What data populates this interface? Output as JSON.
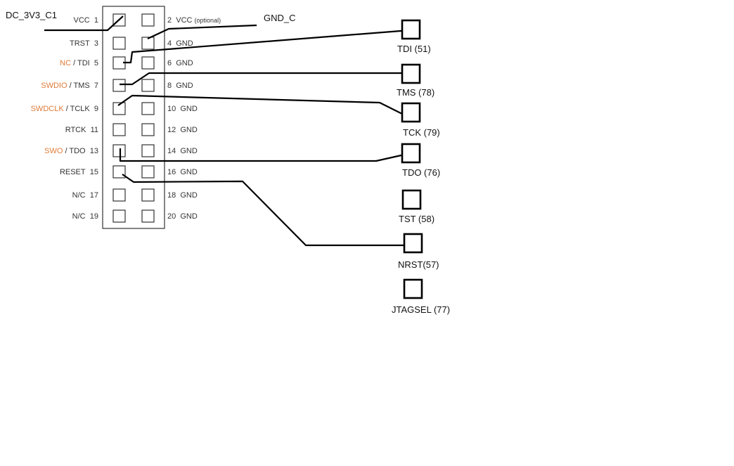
{
  "net_labels": {
    "vcc_net": "DC_3V3_C1",
    "gnd_net": "GND_C"
  },
  "connector": {
    "left_pins": [
      {
        "prefix": "",
        "name": "VCC",
        "num": "1"
      },
      {
        "prefix": "",
        "name": "TRST",
        "num": "3"
      },
      {
        "prefix": "NC",
        "name": " / TDI",
        "num": "5"
      },
      {
        "prefix": "SWDIO",
        "name": " / TMS",
        "num": "7"
      },
      {
        "prefix": "SWDCLK",
        "name": " / TCLK",
        "num": "9"
      },
      {
        "prefix": "",
        "name": "RTCK",
        "num": "11"
      },
      {
        "prefix": "SWO",
        "name": " / TDO",
        "num": "13"
      },
      {
        "prefix": "",
        "name": "RESET",
        "num": "15"
      },
      {
        "prefix": "",
        "name": "N/C",
        "num": "17"
      },
      {
        "prefix": "",
        "name": "N/C",
        "num": "19"
      }
    ],
    "right_pins": [
      {
        "num": "2",
        "name": "VCC",
        "note": "(optional)"
      },
      {
        "num": "4",
        "name": "GND",
        "note": ""
      },
      {
        "num": "6",
        "name": "GND",
        "note": ""
      },
      {
        "num": "8",
        "name": "GND",
        "note": ""
      },
      {
        "num": "10",
        "name": "GND",
        "note": ""
      },
      {
        "num": "12",
        "name": "GND",
        "note": ""
      },
      {
        "num": "14",
        "name": "GND",
        "note": ""
      },
      {
        "num": "16",
        "name": "GND",
        "note": ""
      },
      {
        "num": "18",
        "name": "GND",
        "note": ""
      },
      {
        "num": "20",
        "name": "GND",
        "note": ""
      }
    ]
  },
  "test_points": [
    {
      "label": "TDI  (51)"
    },
    {
      "label": "TMS (78)"
    },
    {
      "label": "TCK  (79)"
    },
    {
      "label": "TDO (76)"
    },
    {
      "label": "TST (58)"
    },
    {
      "label": "NRST(57)"
    },
    {
      "label": "JTAGSEL (77)"
    }
  ],
  "colors": {
    "accent": "#e07b39",
    "wire": "#000000",
    "text": "#333333"
  }
}
